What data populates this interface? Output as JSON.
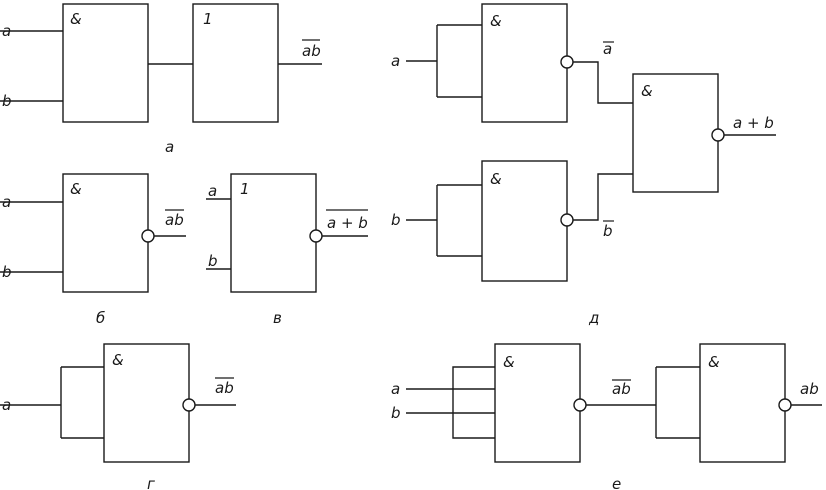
{
  "gate_symbols": {
    "and": "&",
    "or": "1"
  },
  "inputs": {
    "a": "a",
    "b": "b"
  },
  "outputs": {
    "ab": "ab",
    "a_plus_b": "a + b",
    "not_a": "a",
    "not_b": "b"
  },
  "captions": {
    "a": "а",
    "b": "б",
    "v": "в",
    "g": "г",
    "d": "д",
    "e": "е"
  }
}
